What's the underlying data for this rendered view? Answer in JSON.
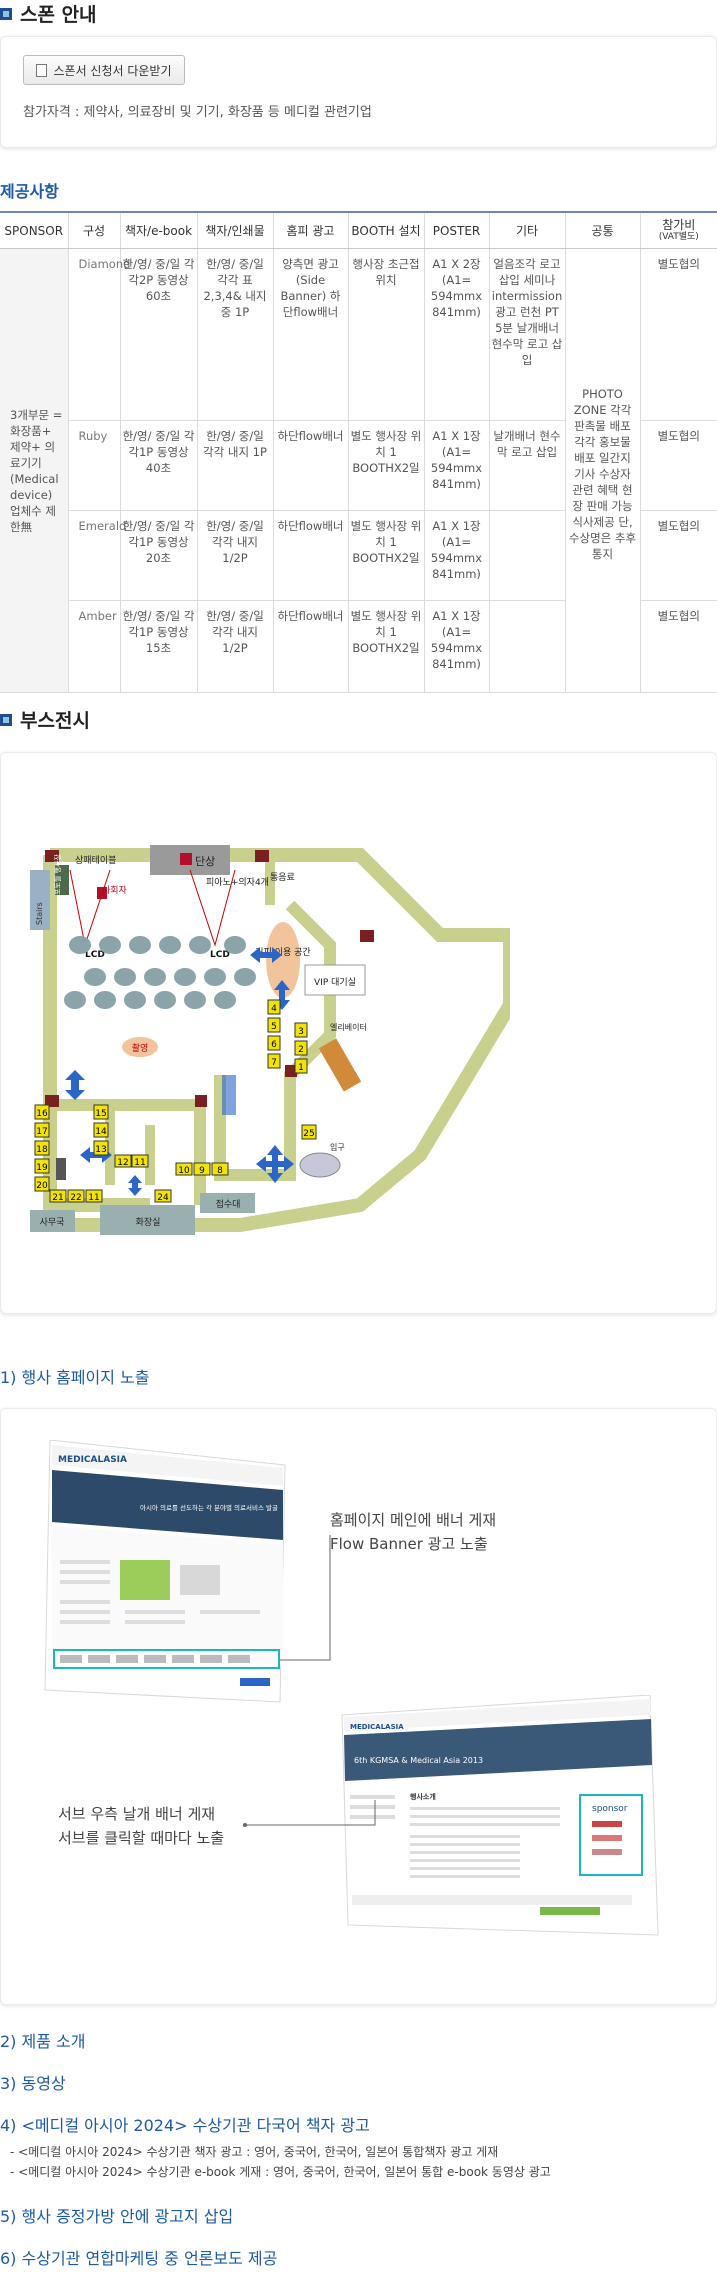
{
  "sponsor_info": {
    "title": "스폰 안내",
    "download_label": "스폰서 신청서 다운받기",
    "qualification": "참가자격 : 제약사, 의료장비 및 기기, 화장품 등 메디컬 관련기업"
  },
  "offerings": {
    "title": "제공사항",
    "headers": [
      "SPONSOR",
      "구성",
      "책자/e-book",
      "책자/인쇄물",
      "홈피 광고",
      "BOOTH 설치",
      "POSTER",
      "기타",
      "공통"
    ],
    "fee_header_main": "참가비",
    "fee_header_sub": "(VAT별도)",
    "sponsor_label": "3개부문 = 화장품+ 제약+ 의료기기 (Medical device) 업체수 제한無",
    "common": "PHOTO ZONE 각각 판촉물 배포 각각 홍보물 배포 일간지 기사 수상자 관련 혜택 현장 판매 가능 식사제공 단, 수상명은 추후통지",
    "rows": [
      {
        "tier": "Diamond",
        "ebook": "한/영/ 중/일 각각2P 동영상60초",
        "print": "한/영/ 중/일 각각 표2,3,4& 내지중 1P",
        "hp": "양측면 광고 (Side Banner) 하단flow배너",
        "booth": "행사장 초근접 위치",
        "poster": "A1 X 2장 (A1= 594mmx 841mm)",
        "etc": "얼음조각 로고 삽입 세미나 intermission 광고 런천 PT 5분 날개배너 현수막 로고 삽입",
        "fee": "별도협의"
      },
      {
        "tier": "Ruby",
        "ebook": "한/영/ 중/일 각각1P 동영상40초",
        "print": "한/영/ 중/일 각각 내지 1P",
        "hp": "하단flow배너",
        "booth": "별도 행사장 위치 1 BOOTHX2일",
        "poster": "A1 X 1장 (A1= 594mmx 841mm)",
        "etc": "날개배너 현수막 로고 삽입",
        "fee": "별도협의"
      },
      {
        "tier": "Emerald",
        "ebook": "한/영/ 중/일 각각1P 동영상20초",
        "print": "한/영/ 중/일 각각 내지 1/2P",
        "hp": "하단flow배너",
        "booth": "별도 행사장 위치 1 BOOTHX2일",
        "poster": "A1 X 1장 (A1= 594mmx 841mm)",
        "etc": "",
        "fee": "별도협의"
      },
      {
        "tier": "Amber",
        "ebook": "한/영/ 중/일 각각1P 동영상15초",
        "print": "한/영/ 중/일 각각 내지 1/2P",
        "hp": "하단flow배너",
        "booth": "별도 행사장 위치 1 BOOTHX2일",
        "poster": "A1 X 1장 (A1= 594mmx 841mm)",
        "etc": "",
        "fee": "별도협의"
      }
    ]
  },
  "booth": {
    "title": "부스전시",
    "labels": {
      "photo": "포토월 행사장",
      "slide": "슬라이드",
      "stage": "단상",
      "table": "상패테이블",
      "mc": "사회자",
      "piano": "피아노+의자4개",
      "cocktail": "통음료",
      "cafe": "커피 이용 공간",
      "vip": "VIP 대기실",
      "lcd1": "LCD",
      "lcd2": "LCD",
      "shoot": "촬영",
      "office": "사무국",
      "toilet": "화장실",
      "reception": "접수대",
      "stairs": "Stairs",
      "entrance": "엘리베이터",
      "gate": "입구"
    },
    "numbers": [
      "4",
      "5",
      "6",
      "7",
      "3",
      "2",
      "1",
      "16",
      "17",
      "18",
      "19",
      "20",
      "15",
      "14",
      "13",
      "12",
      "11",
      "21",
      "22",
      "11",
      "24",
      "10",
      "9",
      "8",
      "25"
    ]
  },
  "homepage": {
    "title": "1) 행사 홈페이지 노출",
    "callout1_line1": "홈페이지 메인에 배너 게재",
    "callout1_line2": "Flow Banner 광고 노출",
    "callout2_line1": "서브 우측 날개 배너 게재",
    "callout2_line2": "서브를 클릭할 때마다 노출",
    "site_name": "MEDICALASIA",
    "site_heading": "아시아 의료를 선도하는 각 분야별 의료서비스 발굴",
    "sub_heading": "6th KGMSA & Medical Asia 2013",
    "sub_section": "행사소개",
    "sponsor_word": "sponsor"
  },
  "items": [
    {
      "title": "2) 제품 소개"
    },
    {
      "title": "3) 동영상"
    },
    {
      "title": "4) <메디컬 아시아 2024> 수상기관 다국어 책자 광고"
    },
    {
      "title": "5) 행사 증정가방 안에 광고지 삽입"
    },
    {
      "title": "6) 수상기관 연합마케팅 중 언론보도 제공"
    }
  ],
  "notes": [
    "- <메디컬 아시아 2024> 수상기관 책자 광고 : 영어, 중국어, 한국어, 일본어 통합책자 광고 게재",
    "- <메디컬 아시아 2024> 수상기관 e-book 게재 : 영어, 중국어, 한국어, 일본어 통합 e-book 동영상 광고"
  ]
}
